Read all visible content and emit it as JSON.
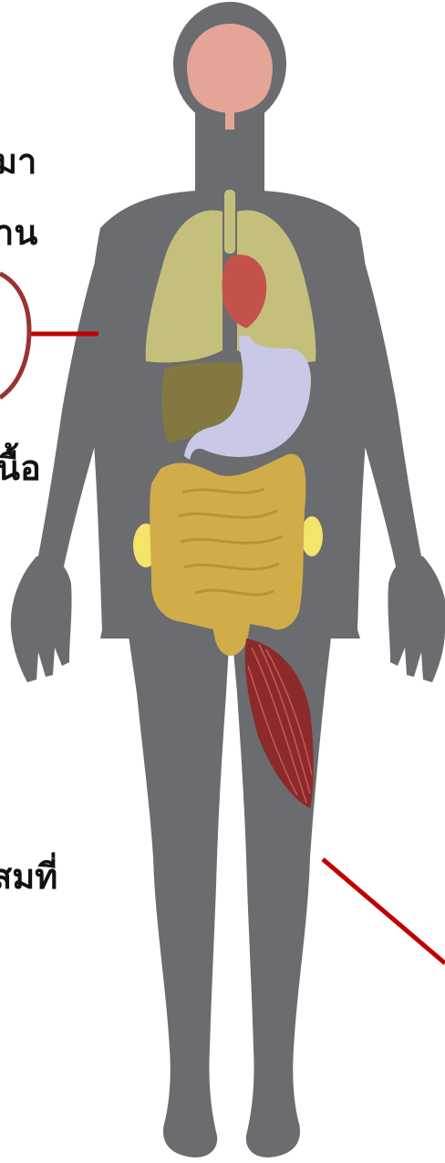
{
  "labels": {
    "l1": "มา",
    "l2": "าน",
    "l3": "นื้อ",
    "l4": "สมที่"
  },
  "colors": {
    "background": "#ffffff",
    "body": "#6b6c6f",
    "brain": "#e4a596",
    "lungs": "#c4c07c",
    "heart": "#c5524a",
    "liver": "#847841",
    "stomach": "#c9c8e6",
    "intestine": "#d1ad49",
    "fat": "#f4e46a",
    "muscle": "#8c2a2a",
    "pointer": "#c00000",
    "circle": "#9a3232"
  }
}
